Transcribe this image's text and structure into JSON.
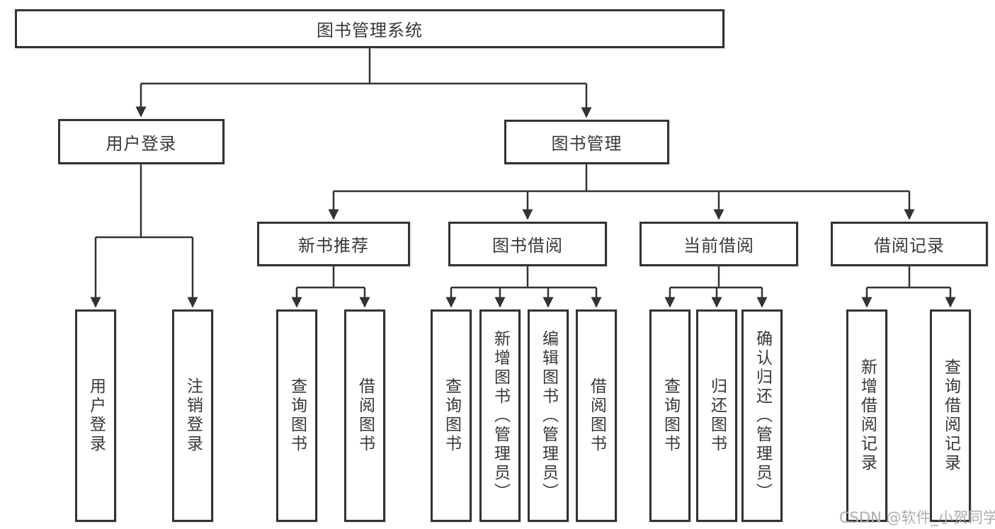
{
  "title": "图书管理系统",
  "tree": {
    "root": {
      "label": "图书管理系统"
    },
    "branches": [
      {
        "label": "用户登录",
        "children": [
          {
            "label": "用户登录"
          },
          {
            "label": "注销登录"
          }
        ]
      },
      {
        "label": "图书管理",
        "children": [
          {
            "label": "新书推荐",
            "children": [
              {
                "label": "查询图书"
              },
              {
                "label": "借阅图书"
              }
            ]
          },
          {
            "label": "图书借阅",
            "children": [
              {
                "label": "查询图书"
              },
              {
                "label": "新增图书（管理员）"
              },
              {
                "label": "编辑图书（管理员）"
              },
              {
                "label": "借阅图书"
              }
            ]
          },
          {
            "label": "当前借阅",
            "children": [
              {
                "label": "查询图书"
              },
              {
                "label": "归还图书"
              },
              {
                "label": "确认归还（管理员）"
              }
            ]
          },
          {
            "label": "借阅记录",
            "children": [
              {
                "label": "新增借阅记录"
              },
              {
                "label": "查询借阅记录"
              }
            ]
          }
        ]
      }
    ]
  },
  "watermark": {
    "text": "CSDN @软件_小贺同学",
    "color": "#adadad"
  },
  "colors": {
    "line": "#333333",
    "box_border": "#333333",
    "box_fill": "#ffffff",
    "text": "#383838",
    "background": "#ffffff"
  }
}
